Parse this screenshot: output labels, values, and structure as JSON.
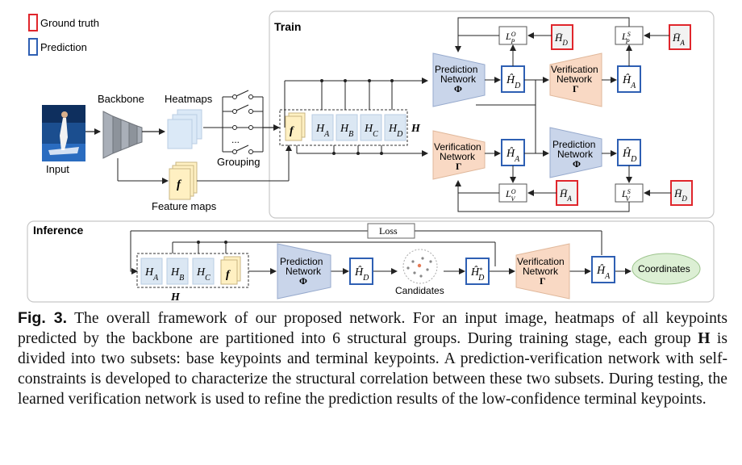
{
  "legend": {
    "ground_truth": "Ground truth",
    "prediction": "Prediction"
  },
  "train": {
    "title": "Train",
    "input": "Input",
    "backbone": "Backbone",
    "heatmaps": "Heatmaps",
    "grouping": "Grouping",
    "feature_maps": "Feature maps",
    "f": "f",
    "H": "H",
    "dots": "...",
    "groups": [
      "H",
      "H",
      "H",
      "H"
    ],
    "group_subs": [
      "A",
      "B",
      "C",
      "D"
    ],
    "pred_net": [
      "Prediction",
      "Network",
      "Φ"
    ],
    "ver_net": [
      "Verification",
      "Network",
      "Γ"
    ],
    "loss_pred": {
      "L": "L",
      "sup_o": "O",
      "sup_s": "S",
      "sub": "P"
    },
    "loss_ver": {
      "L": "L",
      "sup_o": "O",
      "sup_s": "S",
      "sub": "V"
    },
    "hat_labels": {
      "HD": "D",
      "HA": "A"
    }
  },
  "inference": {
    "title": "Inference",
    "loss": "Loss",
    "candidates": "Candidates",
    "coordinates": "Coordinates",
    "f": "f",
    "H": "H",
    "groups": [
      "H",
      "H",
      "H"
    ],
    "group_subs": [
      "A",
      "B",
      "C"
    ],
    "pred_net": [
      "Prediction",
      "Network",
      "Φ"
    ],
    "ver_net": [
      "Verification",
      "Network",
      "Γ"
    ]
  },
  "caption": {
    "label": "Fig. 3.",
    "text": "The overall framework of our proposed network. For an input image, heatmaps of all keypoints predicted by the backbone are partitioned into 6 structural groups. During training stage, each group",
    "bold_h": "H",
    "text2": "is divided into two subsets: base keypoints and terminal keypoints. A prediction-verification network with self-constraints is developed to characterize the structural correlation between these two subsets. During testing, the learned verification network is used to refine the prediction results of the low-confidence terminal keypoints."
  },
  "colors": {
    "ground_truth": "#e0262c",
    "prediction": "#2e5fb3",
    "pred_net_fill": "#c9d5ea",
    "ver_net_fill": "#f9d9c4",
    "feature_fill": "#fff0c2",
    "group_fill": "#dbe7f3",
    "coord_fill": "#dcefd4"
  }
}
